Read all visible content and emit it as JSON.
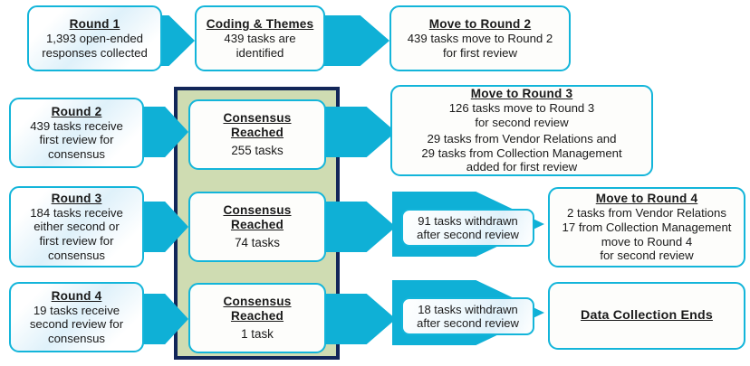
{
  "diagram": {
    "title": "Data collection rounds flowchart",
    "colors": {
      "arrow_cyan": "#0fb0d6",
      "box_border_cyan": "#13b5da",
      "panel_green": "#cfdcb2",
      "panel_border_navy": "#122659",
      "pale_blue_fill": "#dff1fa",
      "text": "#1a1a1a"
    }
  },
  "rounds": [
    {
      "id": "round-1",
      "title": "Round 1",
      "lines": [
        "1,393 open-ended",
        "responses collected"
      ]
    },
    {
      "id": "round-2",
      "title": "Round 2",
      "lines": [
        "439 tasks receive",
        "first review for",
        "consensus"
      ]
    },
    {
      "id": "round-3",
      "title": "Round 3",
      "lines": [
        "184 tasks receive",
        "either second or",
        "first review for",
        "consensus"
      ]
    },
    {
      "id": "round-4",
      "title": "Round 4",
      "lines": [
        "19 tasks receive",
        "second review for",
        "consensus"
      ]
    }
  ],
  "coding": {
    "id": "coding-themes",
    "title": "Coding & Themes",
    "lines": [
      "439 tasks are",
      "identified"
    ]
  },
  "consensus": [
    {
      "id": "consensus-1",
      "title_line1": "Consensus",
      "title_line2": "Reached",
      "count": "255 tasks"
    },
    {
      "id": "consensus-2",
      "title_line1": "Consensus",
      "title_line2": "Reached",
      "count": "74 tasks"
    },
    {
      "id": "consensus-3",
      "title_line1": "Consensus",
      "title_line2": "Reached",
      "count": "1 task"
    }
  ],
  "moves": [
    {
      "id": "move-round-2",
      "title": "Move to Round 2",
      "lines": [
        "439 tasks move to Round 2",
        "for first review"
      ],
      "lines2": []
    },
    {
      "id": "move-round-3",
      "title": "Move to Round 3",
      "lines": [
        "126 tasks move to Round 3",
        "for second review"
      ],
      "lines2": [
        "29 tasks from Vendor Relations and",
        "29 tasks from Collection Management",
        "added for first review"
      ]
    },
    {
      "id": "move-round-4",
      "title": "Move to Round 4",
      "lines": [
        "2 tasks from Vendor Relations",
        "17 from Collection Management",
        "move to Round 4",
        "for second review"
      ],
      "lines2": []
    }
  ],
  "withdrawn": [
    {
      "id": "withdrawn-91",
      "lines": [
        "91 tasks withdrawn",
        "after second review"
      ]
    },
    {
      "id": "withdrawn-18",
      "lines": [
        "18 tasks withdrawn",
        "after second review"
      ]
    }
  ],
  "end": {
    "id": "data-collection-ends",
    "title": "Data Collection Ends"
  }
}
